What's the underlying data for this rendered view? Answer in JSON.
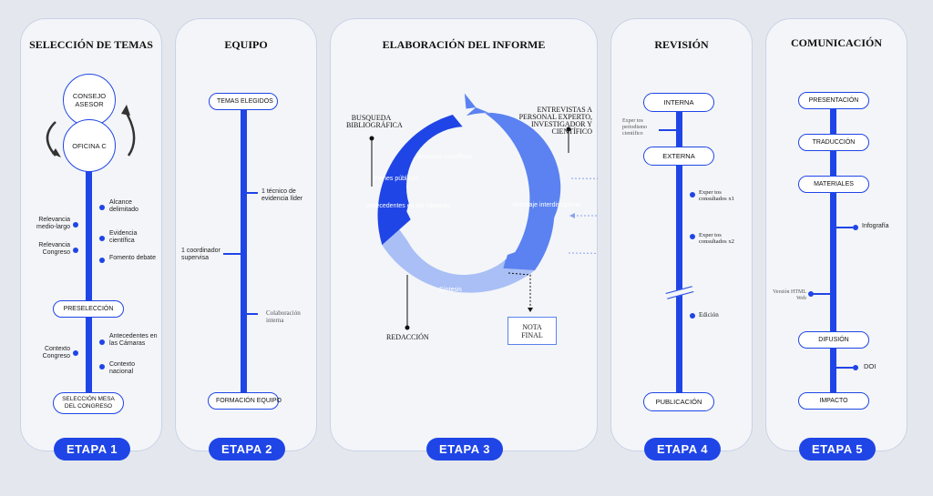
{
  "stage1": {
    "title": "SELECCIÓN DE TEMAS",
    "consejo": "CONSEJO ASESOR",
    "oficina": "OFICINA C",
    "right_items": [
      "Alcance delimitado",
      "Evidencia científica",
      "Fomento debate"
    ],
    "left_items": [
      "Relevancia medio-largo",
      "Relevancia Congreso"
    ],
    "preseleccion": "PRESELECCIÓN",
    "right_items2": [
      "Antecedentes en las Cámaras",
      "Contexto nacional"
    ],
    "left_items2": [
      "Contexto Congreso"
    ],
    "bottom": "SELECCIÓN MESA DEL CONGRESO",
    "etapa": "ETAPA 1"
  },
  "stage2": {
    "title": "EQUIPO",
    "top": "TEMAS ELEGIDOS",
    "right1": "1 técnico de evidencia líder",
    "left1": "1 coordinador supervisa",
    "right2": "Colaboración interna",
    "bottom": "FORMACIÓN EQUIPO",
    "etapa": "ETAPA 2"
  },
  "stage3": {
    "title": "ELABORACIÓN DEL INFORME",
    "busqueda": "BUSQUEDA BIBLIOGRÁFICA",
    "entrevistas": "ENTREVISTAS A PERSONAL EXPERTO, INVESTIGADOR Y CIENTÍFICO",
    "redaccion": "REDACCIÓN",
    "nota": "NOTA FINAL",
    "seg_articulos": "Artículos científicos",
    "seg_planes": "Planes públicos",
    "seg_antecedentes": "Antecedentes en las cámaras",
    "seg_abordaje": "Abordaje interdisciplinar",
    "seg_sintesis": "Síntesis",
    "etapa": "ETAPA 3"
  },
  "stage4": {
    "title": "REVISIÓN",
    "interna": "INTERNA",
    "expertos_left": "Exper tos periodismo científico",
    "externa": "EXTERNA",
    "expertos_x1": "Exper tos consultados x1",
    "expertos_x2": "Exper tos consultados x2",
    "edicion": "Edición",
    "publicacion": "PUBLICACIÓN",
    "etapa": "ETAPA 4"
  },
  "stage5": {
    "title": "COMUNICACIÓN",
    "presentacion": "PRESENTACIÓN",
    "traduccion": "TRADUCCIÓN",
    "materiales": "MATERIALES",
    "infografia": "Infografía",
    "version": "Versión HTML Web",
    "difusion": "DIFUSIÓN",
    "doi": "DOI",
    "impacto": "IMPACTO",
    "etapa": "ETAPA 5"
  },
  "colors": {
    "primary": "#1f45e6",
    "medium": "#5b82f0",
    "light": "#a9bff5",
    "panel": "#f3f5f8"
  }
}
